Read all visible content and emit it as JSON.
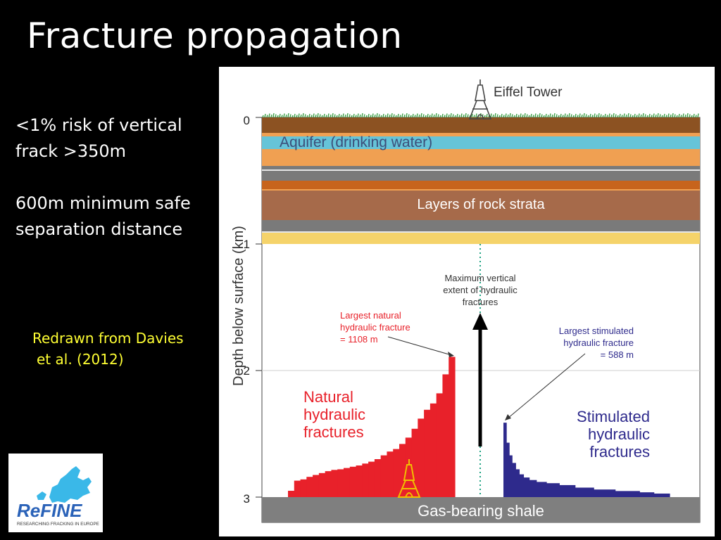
{
  "slide": {
    "title": "Fracture propagation",
    "bullets": [
      "<1% risk of vertical frack >350m",
      "600m minimum safe separation distance"
    ],
    "credit": [
      "Redrawn from Davies",
      "et al. (2012)"
    ]
  },
  "logo": {
    "name": "ReFINE",
    "tagline": "RESEARCHING FRACKING IN EUROPE",
    "colors": {
      "map": "#3ab8e8",
      "text": "#2a62b8"
    }
  },
  "diagram": {
    "axis_label": "Depth below surface (km)",
    "ticks": [
      "0",
      "1",
      "2",
      "3"
    ],
    "labels": {
      "eiffel": "Eiffel Tower",
      "aquifer": "Aquifer (drinking water)",
      "strata": "Layers of rock strata",
      "shale": "Gas-bearing shale",
      "max_extent": [
        "Maximum vertical",
        "extent of hydraulic",
        "fractures"
      ],
      "largest_natural": [
        "Largest natural",
        "hydraulic fracture",
        "= 1108 m"
      ],
      "largest_stimulated": [
        "Largest stimulated",
        "hydraulic fracture",
        "= 588 m"
      ],
      "natural": [
        "Natural",
        "hydraulic",
        "fractures"
      ],
      "stimulated": [
        "Stimulated",
        "hydraulic",
        "fractures"
      ]
    },
    "colors": {
      "natural": "#e8212a",
      "stimulated": "#2e2a8c",
      "shale": "#7f7f7f",
      "aquifer": "#66c4d8",
      "dark_brown": "#8c5222",
      "orange": "#f0a052",
      "rust": "#c7641c",
      "rock": "#a66a4a",
      "grey": "#7a7a7a",
      "yellow": "#f5d36a",
      "eiffel_small": "#f0c000",
      "grass": "#3ca046",
      "dotted_line": "#1fa383"
    },
    "natural_fracture_heights_m": [
      50,
      130,
      140,
      160,
      175,
      190,
      205,
      215,
      220,
      230,
      240,
      250,
      265,
      280,
      300,
      330,
      360,
      380,
      420,
      470,
      540,
      620,
      690,
      740,
      820,
      970,
      1108
    ],
    "stimulated_fracture_heights_m": [
      588,
      430,
      330,
      270,
      220,
      180,
      155,
      135,
      120,
      110,
      95,
      75,
      60,
      48,
      38,
      28
    ]
  }
}
